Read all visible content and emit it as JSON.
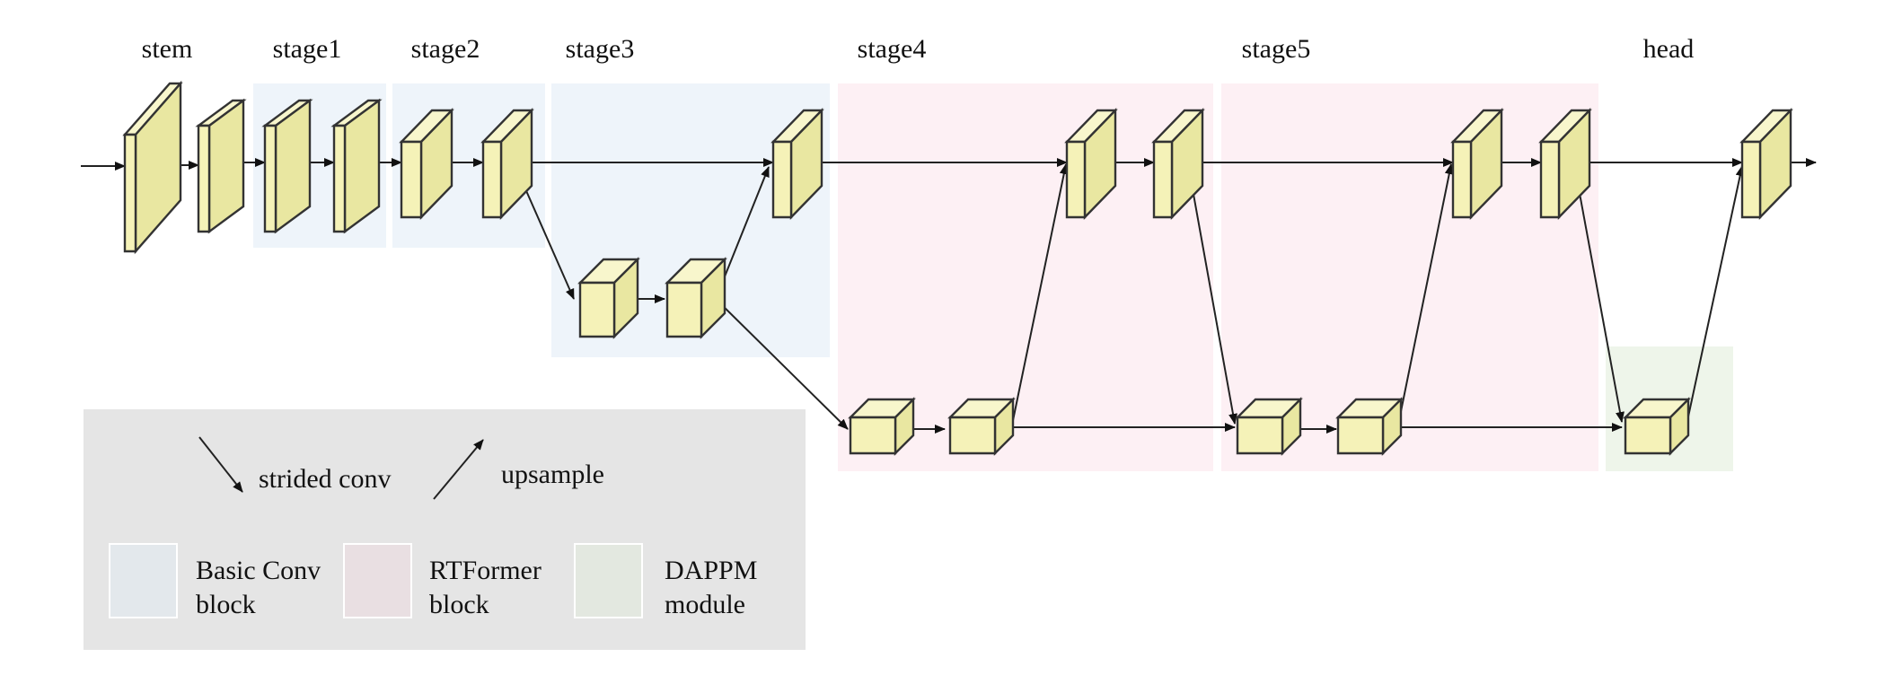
{
  "stage_labels": {
    "stem": "stem",
    "stage1": "stage1",
    "stage2": "stage2",
    "stage3": "stage3",
    "stage4": "stage4",
    "stage5": "stage5",
    "head": "head"
  },
  "legend": {
    "strided_conv": "strided conv",
    "upsample": "upsample",
    "basic_conv_line1": "Basic Conv",
    "basic_conv_line2": "block",
    "rtformer_line1": "RTFormer",
    "rtformer_line2": "block",
    "dappm_line1": "DAPPM",
    "dappm_line2": "module"
  },
  "colors": {
    "basic_conv_region": "#eef4fa",
    "rtformer_region": "#fdf0f4",
    "dappm_region": "#eef5ea",
    "legend_bg": "#e5e5e5",
    "legend_basic_swatch": "#e3e8ec",
    "legend_rtformer_swatch": "#e9dfe2",
    "legend_dappm_swatch": "#e3e8e0",
    "block_face": "#f5f2b8",
    "block_side": "#e9e7a1",
    "block_top": "#f8f6cc",
    "block_stroke": "#333333"
  }
}
